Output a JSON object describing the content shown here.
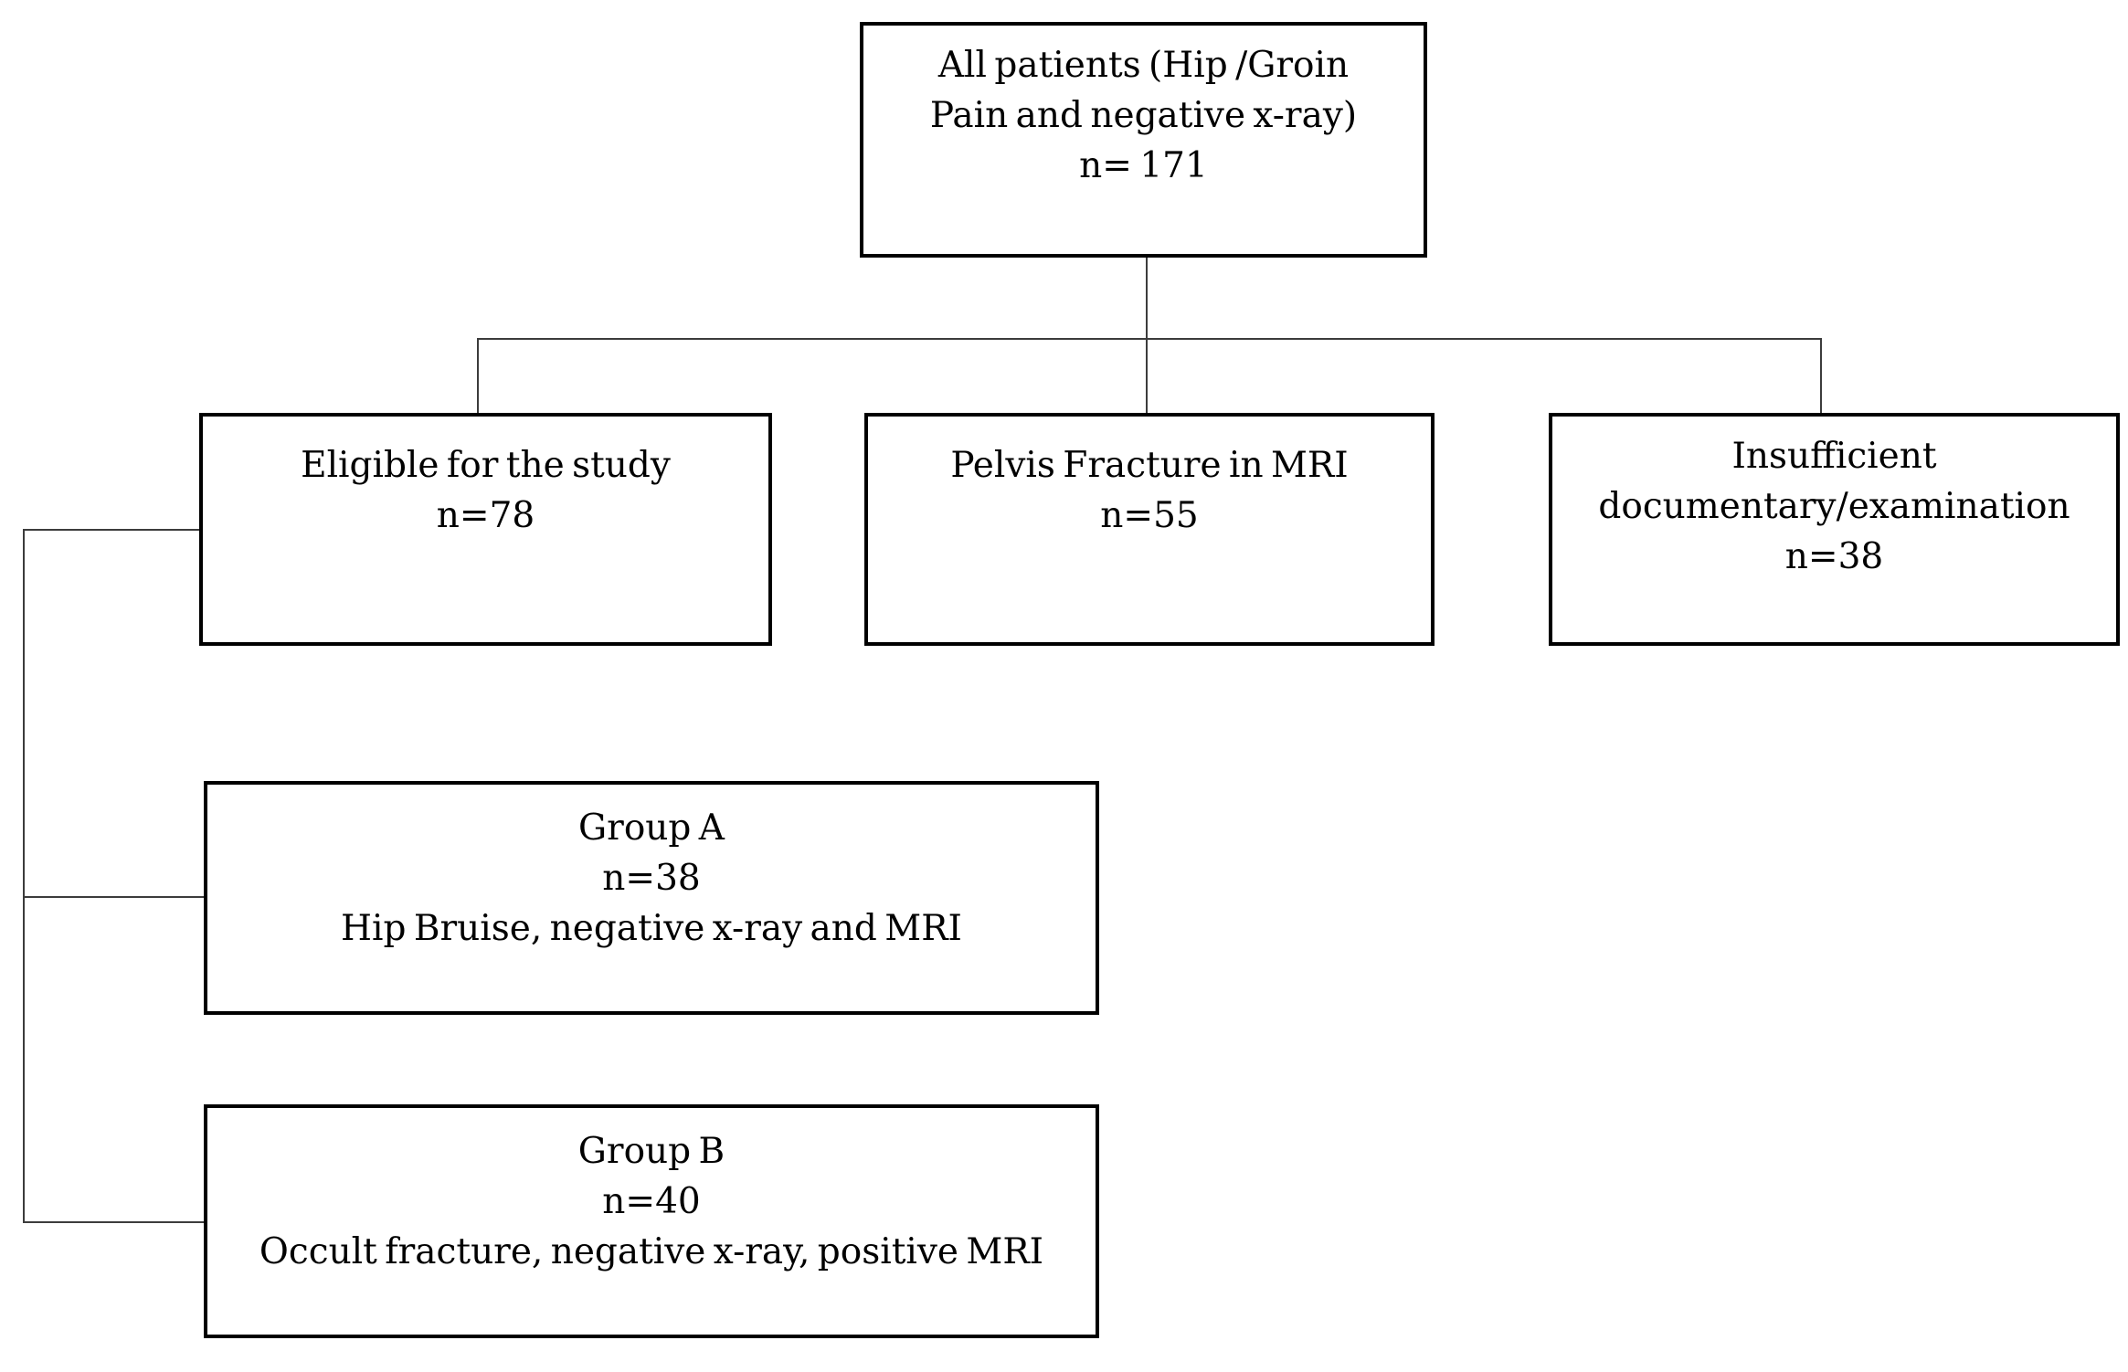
{
  "figure": {
    "type": "flowchart",
    "background_color": "#ffffff",
    "box_border_color": "#000000",
    "connector_color": "#3c3c3c",
    "text_color": "#000000"
  },
  "boxes": {
    "all_patients": {
      "lines": [
        "All patients (Hip /Groin",
        "Pain and negative x-ray)",
        "n= 171"
      ],
      "n": 171
    },
    "eligible": {
      "lines": [
        "Eligible for the study",
        "n=78"
      ],
      "n": 78
    },
    "pelvis_fracture": {
      "lines": [
        "Pelvis Fracture in MRI",
        "n=55"
      ],
      "n": 55
    },
    "insufficient": {
      "lines": [
        "Insufficient",
        "documentary/examination",
        "n=38"
      ],
      "n": 38
    },
    "group_a": {
      "lines": [
        "Group A",
        "n=38",
        "Hip Bruise, negative x-ray and MRI"
      ],
      "n": 38
    },
    "group_b": {
      "lines": [
        "Group B",
        "n=40",
        "Occult fracture, negative x-ray, positive MRI"
      ],
      "n": 40
    }
  }
}
